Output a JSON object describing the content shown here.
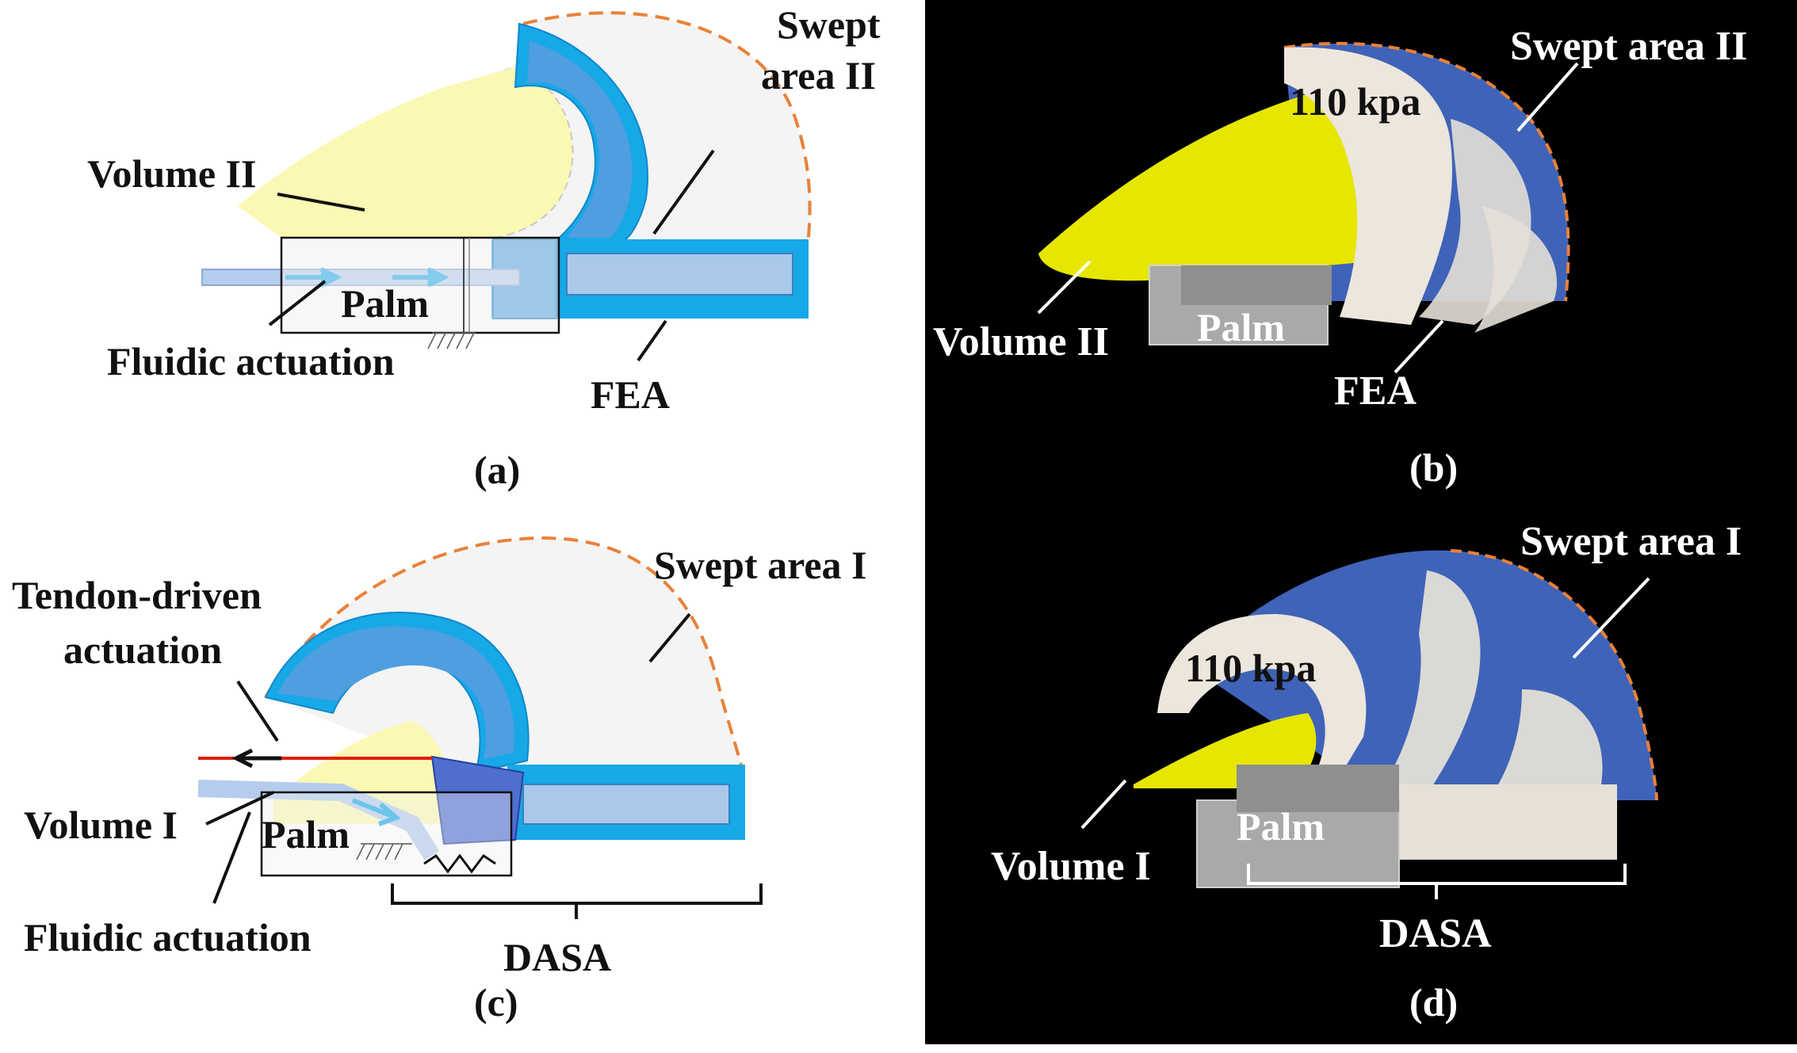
{
  "panel_a": {
    "caption": "(a)",
    "labels": {
      "swept_area_line1": "Swept",
      "swept_area_line2": "area II",
      "volume": "Volume II",
      "palm": "Palm",
      "fluidic": "Fluidic actuation",
      "fea": "FEA"
    }
  },
  "panel_b": {
    "caption": "(b)",
    "labels": {
      "pressure": "110 kpa",
      "swept_area": "Swept area II",
      "volume": "Volume II",
      "palm": "Palm",
      "fea": "FEA"
    }
  },
  "panel_c": {
    "caption": "(c)",
    "labels": {
      "tendon_line1": "Tendon-driven",
      "tendon_line2": "actuation",
      "swept_area": "Swept area I",
      "volume": "Volume I",
      "palm": "Palm",
      "fluidic": "Fluidic actuation",
      "dasa": "DASA"
    }
  },
  "panel_d": {
    "caption": "(d)",
    "labels": {
      "pressure": "110 kpa",
      "swept_area": "Swept area I",
      "volume": "Volume I",
      "palm": "Palm",
      "dasa": "DASA"
    }
  },
  "colors": {
    "volume_fill": "#fbf8b4",
    "volume_fill_photo": "#e6e600",
    "swept_fill": "#f4f4f4",
    "swept_fill_photo": "#3f63b8",
    "outline_orange": "#e8813a",
    "actuator_blue": "#17a8e8",
    "actuator_light": "#a9c8ea",
    "actuator_mid": "#4f9ee0",
    "photo_bg": "#000000",
    "tendon_red": "#e02010"
  }
}
